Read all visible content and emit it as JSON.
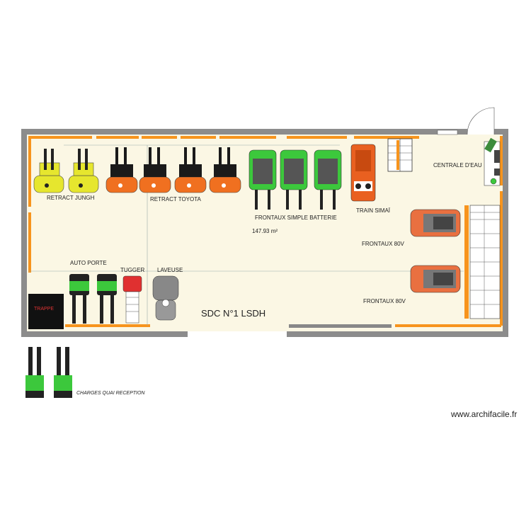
{
  "plan": {
    "title": "SDC N°1 LSDH",
    "area": "147.93 m²",
    "watermark": "www.archifacile.fr",
    "labels": {
      "retract_jungh": "RETRACT JUNGH",
      "retract_toyota": "RETRACT TOYOTA",
      "frontaux_simple_batterie": "FRONTAUX SIMPLE BATTERIE",
      "train_simai": "TRAIN SIMAÏ",
      "centrale_eau": "CENTRALE D'EAU",
      "frontaux_80v_1": "FRONTAUX 80V",
      "frontaux_80v_2": "FRONTAUX 80V",
      "auto_porte": "AUTO PORTE",
      "tugger": "TUGGER",
      "laveuse": "LAVEUSE",
      "trappe": "TRAPPE",
      "charges_quai": "CHARGES QUAI RECEPTION"
    },
    "colors": {
      "wall": "#8c8c8c",
      "floor": "#fbf7e4",
      "orange": "#f7941d",
      "yellow": "#e6e62e",
      "green": "#3cc83c",
      "red": "#e03030",
      "dark": "#1a1a1a"
    }
  }
}
